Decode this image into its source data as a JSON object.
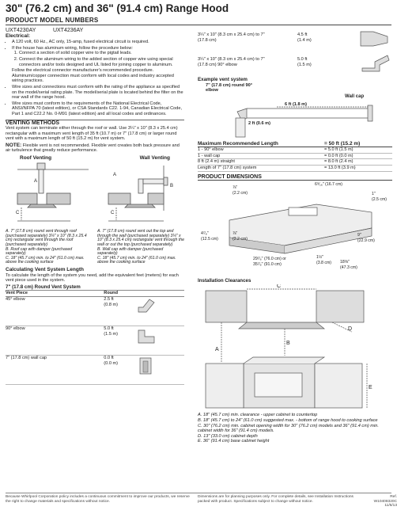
{
  "title": "30\" (76.2 cm) and 36\" (91.4 cm) Range Hood",
  "header": "PRODUCT MODEL NUMBERS",
  "models": [
    "UXT4230AY",
    "UXT4236AY"
  ],
  "electrical": {
    "heading": "Electrical:",
    "b1": "A 120 volt, 60 Hz., AC only, 15-amp, fused electrical circuit is required.",
    "b2": "If the house has aluminum wiring, follow the procedure below:",
    "steps": [
      "Connect a section of solid copper wire to the pigtail leads.",
      "Connect the aluminum wiring to the added section of copper wire using special connectors and/or tools designed and UL listed for joining copper to aluminum."
    ],
    "follow": "Follow the electrical connector manufacturer's recommended procedure. Aluminum/copper connection must conform with local codes and industry accepted wiring practices.",
    "b3": "Wire sizes and connections must conform with the rating of the appliance as specified on the model/serial rating plate. The model/serial plate is located behind the filter on the rear wall of the range hood.",
    "b4": "Wire sizes must conform to the requirements of the National Electrical Code, ANSI/NFPA 70 (latest edition), or CSA Standards C22. 1-94, Canadian Electrical Code, Part 1 and C22.2 No. 0-M91 (latest edition) and all local codes and ordinances."
  },
  "venting": {
    "heading": "VENTING METHODS",
    "text": "Vent system can terminate either through the roof or wall. Use 3¼\" x 10\" (8.3 x 25.4 cm) rectangular with a maximum vent length of 35 ft (10.7 m) or 7\" (17.8 cm) or larger round vent with a maximum length of 50 ft (15.2 m) for vent system.",
    "note_label": "NOTE:",
    "note": " Flexible vent is not recommended. Flexible vent creates both back pressure and air turbulence that greatly reduce performance.",
    "roof_title": "Roof Venting",
    "wall_title": "Wall Venting",
    "roof_legend": [
      "A. 7\" (17.8 cm) round vent through roof (purchased separately) 3¼\" x 10\" (8.3 x 25.4 cm) rectangular vent through the roof (purchased separately)",
      "B. Roof cap with damper (purchased separately)",
      "C. 18\" (45.7 cm) min. to 24\" (61.0 cm) max. above the cooking surface"
    ],
    "wall_legend": [
      "A. 7\" (17.8 cm) round vent out the top and through the wall (purchased separately) 3¼\" x 10\" (8.3 x 25.4 cm) rectangular vent through the wall or out the top (purchased separately)",
      "B. Wall cap with damper (purchased separately)",
      "C. 18\" (45.7 cm) min. to 24\" (61.0 cm) max. above the cooking surface"
    ]
  },
  "calc": {
    "heading": "Calculating Vent System Length",
    "text": "To calculate the length of the system you need, add the equivalent feet (meters) for each vent piece used in the system.",
    "table_title": "7\" (17.8 cm) Round Vent System",
    "col1": "Vent Piece",
    "col2": "Round",
    "rows": [
      {
        "piece": "45° elbow",
        "v1": "2.5 ft",
        "v2": "(0.8 m)"
      },
      {
        "piece": "90° elbow",
        "v1": "5.0 ft",
        "v2": "(1.5 m)"
      },
      {
        "piece": "7\" (17.8 cm) wall cap",
        "v1": "0.0 ft",
        "v2": "(0.0 m)"
      }
    ]
  },
  "transitions": [
    {
      "t": "3¼\" x 10\" (8.3 cm x 25.4 cm) to 7\" (17.8 cm)",
      "v1": "4.5 ft",
      "v2": "(1.4 m)"
    },
    {
      "t": "3¼\" x 10\" (8.3 cm x 25.4 cm) to 7\" (17.8 cm) 90° elbow",
      "v1": "5.0 ft",
      "v2": "(1.5 m)"
    }
  ],
  "example": {
    "heading": "Example vent system",
    "label1": "7\" (17.8 cm) round 90° elbow",
    "label2": "6 ft (1.8 m)",
    "label3": "Wall cap",
    "label4": "2 ft (0.6 m)"
  },
  "maxlen": {
    "label": "Maximum Recommended Length",
    "value": "= 50 ft (15.2 m)",
    "rows": [
      {
        "a": "1 - 90° elbow",
        "b": "= 5.0 ft (1.5 m)"
      },
      {
        "a": "1 - wall cap",
        "b": "= 0.0 ft (0.0 m)"
      },
      {
        "a": "8 ft (2.4 m) straight",
        "b": "= 8.0 ft (2.4 m)"
      },
      {
        "a": "Length of 7\" (17.8 cm) system",
        "b": "= 13.0 ft (3.9 m)"
      }
    ]
  },
  "dimensions": {
    "heading": "PRODUCT DIMENSIONS",
    "d1": "⅞\"",
    "d1b": "(2.2 cm)",
    "d2": "6⁹⁄₁₆\" (16.7 cm)",
    "d3": "1\"",
    "d3b": "(2.5 cm)",
    "d4": "4⁷⁄₈\"",
    "d4b": "(12.5 cm)",
    "d5": "⅞\"",
    "d5b": "(2.2 cm)",
    "d6": "9\"",
    "d6b": "(22.9 cm)",
    "d7": "29⁷⁄₈\" (76.0 cm) or",
    "d7b": "35⁷⁄₈\" (91.0 cm)",
    "d8": "1½\"",
    "d8b": "(3.8 cm)",
    "d9": "18⅝\"",
    "d9b": "(47.3 cm)"
  },
  "clearances": {
    "heading": "Installation Clearances",
    "items": [
      "A. 18\" (45.7 cm) min. clearance - upper cabinet to countertop",
      "B. 18\" (45.7 cm) to 24\" (61.0 cm) suggested max. - bottom of range hood to cooking surface",
      "C. 30\" (76.2 cm) min. cabinet opening width for 30\" (76.2 cm) models and 36\" (91.4 cm) min. cabinet width for 36\" (91.4 cm) models.",
      "D. 13\" (33.0 cm) cabinet depth",
      "E. 36\" (91.4 cm) base cabinet height"
    ]
  },
  "footer": {
    "left": "Because Whirlpool Corporation policy includes a continuous commitment to improve our products, we reserve the right to change materials and specifications without notice.",
    "right": "Dimensions are for planning purposes only. For complete details, see Installation Instructions packed with product. Specifications subject to change without notice.",
    "ref": "Ref. W10408320C",
    "date": "11/6/13"
  }
}
